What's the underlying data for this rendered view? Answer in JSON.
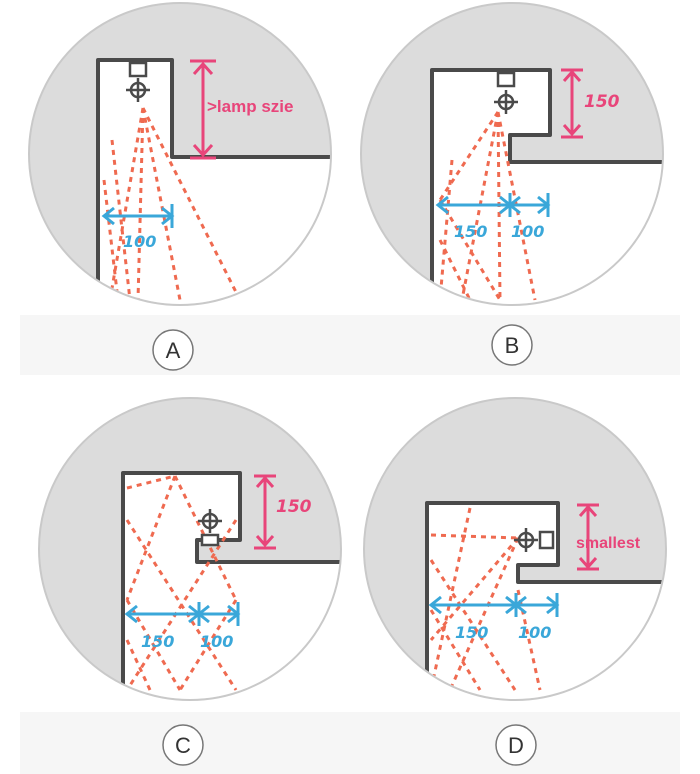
{
  "colors": {
    "background": "#ffffff",
    "band": "#f6f6f6",
    "circle_fill": "#dcdcdc",
    "circle_border": "#c9c9c9",
    "wall": "#4a4a4a",
    "room": "#ffffff",
    "beam": "#ef6a50",
    "height_dim": "#e8457a",
    "width_dim": "#3aa7d9",
    "label_ring": "#777777",
    "label_text": "#333333"
  },
  "panels": {
    "A": {
      "label": "A",
      "height_note": ">lamp szie",
      "width_dims": [
        "100"
      ],
      "lamp_icon": "crosshair-icon"
    },
    "B": {
      "label": "B",
      "height_note": "150",
      "width_dims": [
        "150",
        "100"
      ],
      "lamp_icon": "crosshair-icon"
    },
    "C": {
      "label": "C",
      "height_note": "150",
      "width_dims": [
        "150",
        "100"
      ],
      "lamp_icon": "crosshair-icon"
    },
    "D": {
      "label": "D",
      "height_note": "smallest",
      "width_dims": [
        "150",
        "100"
      ],
      "lamp_icon": "crosshair-icon"
    }
  }
}
